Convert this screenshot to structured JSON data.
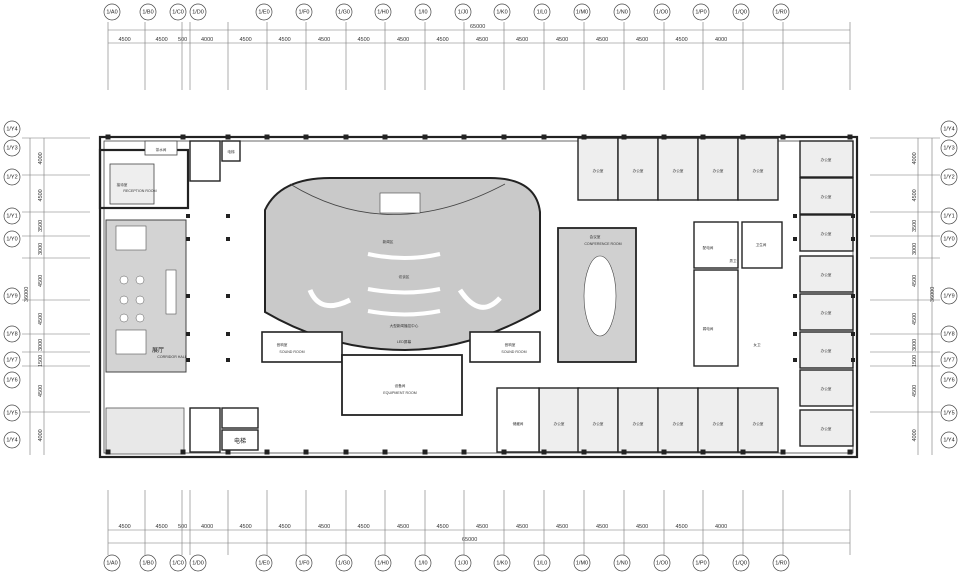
{
  "dimensions": {
    "top_total": "65000",
    "bottom_total": "65000",
    "spans": [
      "4500",
      "4500",
      "500",
      "4000",
      "4500",
      "4500",
      "4500",
      "4500",
      "4500",
      "4500",
      "4500",
      "4500",
      "4500",
      "4500",
      "4500",
      "4500",
      "4000"
    ],
    "left_total": "36000",
    "right_total": "36000",
    "side_spans": [
      "4000",
      "4500",
      "3500",
      "3000",
      "4500",
      "4500",
      "3000",
      "1500",
      "4500",
      "4000"
    ]
  },
  "grid_columns": [
    "1/A0",
    "1/B0",
    "1/C0",
    "1/D0",
    "1/E0",
    "1/F0",
    "1/G0",
    "1/H0",
    "1/I0",
    "1/J0",
    "1/K0",
    "1/L0",
    "1/M0",
    "1/N0",
    "1/O0",
    "1/P0",
    "1/Q0",
    "1/R0"
  ],
  "grid_rows": [
    "1/Y4",
    "1/Y3",
    "1/Y2",
    "1/Y1",
    "1/Y0",
    "1/Y9",
    "1/Y8",
    "1/Y7",
    "1/Y6",
    "1/Y5",
    "1/Y4"
  ],
  "rooms": {
    "reception": "接待室",
    "reception_en": "RECEPTION ROOM",
    "corridor_hall": "展厅",
    "corridor_hall_en": "CORRIDOR HALL",
    "elevator_top": "电梯",
    "elevator_bottom": "电梯",
    "tea_room": "茶水间",
    "studio_main": "大型新闻播控中心",
    "studio_zone_a": "新闻区",
    "studio_zone_b": "访谈区",
    "led": "LED屏幕",
    "sound_left": "音响室",
    "sound_left_en": "SOUND ROOM",
    "sound_right": "音响室",
    "sound_right_en": "SOUND ROOM",
    "equipment": "设备间",
    "equipment_en": "EQUIPMENT ROOM",
    "conference": "会议室",
    "conference_en": "CONFERENCE ROOM",
    "storage": "储藏间",
    "office": "办公室",
    "pantry": "配电间",
    "washroom": "卫生间",
    "weak_elec": "弱电间",
    "mens": "男卫",
    "womens": "女卫"
  }
}
